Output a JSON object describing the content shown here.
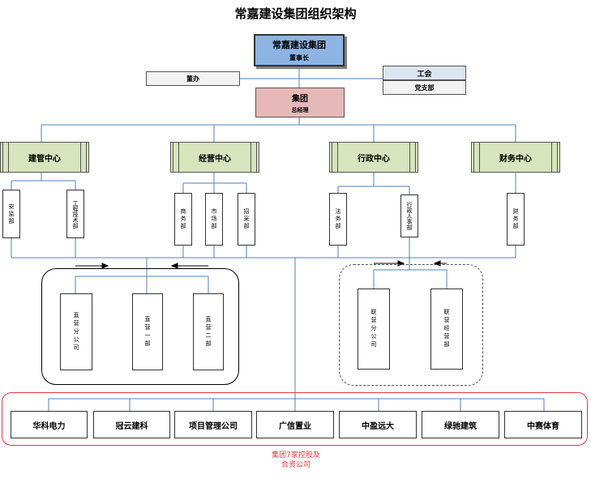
{
  "title": "常嘉建设集团组织架构",
  "top": {
    "name": "常嘉建设集团",
    "role": "董事长"
  },
  "office": "董办",
  "union": {
    "name": "工会",
    "sub": "党支部"
  },
  "gm": {
    "name": "集团",
    "role": "总经理"
  },
  "centers": [
    "建管中心",
    "经营中心",
    "行政中心",
    "财务中心"
  ],
  "departments": {
    "construction": [
      "安监部",
      "工程技术部"
    ],
    "business": [
      "商务部",
      "市场部",
      "招采部"
    ],
    "admin": [
      "法务部",
      "行政人事部"
    ],
    "finance": [
      "财务部"
    ]
  },
  "left_group": [
    "直营分公司",
    "直营一部",
    "直营二部"
  ],
  "right_group": [
    "联营分公司",
    "联营经营部"
  ],
  "companies": [
    "华科电力",
    "冠云建科",
    "项目管理公司",
    "广信置业",
    "中盈远大",
    "绿驰建筑",
    "中赛体育"
  ],
  "companies_note": [
    "集团7家控股及",
    "合资公司"
  ],
  "colors": {
    "lines": "#4f81bd",
    "top_box": "#8eb4e3",
    "gm_box": "#e6b9b8",
    "center_box": "#d7e4bd",
    "red_border": "#e0393e"
  }
}
